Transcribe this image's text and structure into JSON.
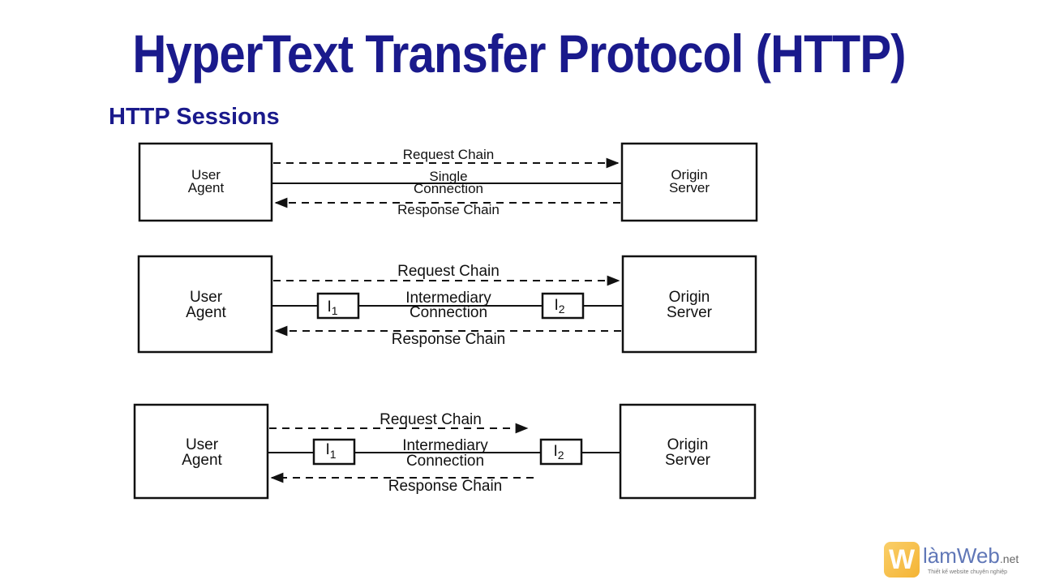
{
  "title": "HyperText Transfer Protocol (HTTP)",
  "subtitle": "HTTP Sessions",
  "diagrams": [
    {
      "left_box": [
        "User",
        "Agent"
      ],
      "right_box": [
        "Origin",
        "Server"
      ],
      "request": "Request Chain",
      "middle": [
        "Single",
        "Connection"
      ],
      "response": "Response Chain"
    },
    {
      "left_box": [
        "User",
        "Agent"
      ],
      "right_box": [
        "Origin",
        "Server"
      ],
      "request": "Request Chain",
      "middle": [
        "Intermediary",
        "Connection"
      ],
      "response": "Response Chain",
      "i1": "I",
      "i1_sub": "1",
      "i2": "I",
      "i2_sub": "2"
    },
    {
      "left_box": [
        "User",
        "Agent"
      ],
      "right_box": [
        "Origin",
        "Server"
      ],
      "request": "Request Chain",
      "middle": [
        "Intermediary",
        "Connection"
      ],
      "response": "Response Chain",
      "i1": "I",
      "i1_sub": "1",
      "i2": "I",
      "i2_sub": "2"
    }
  ],
  "logo": {
    "mark": "W",
    "name": "làmWeb",
    "tld": ".net",
    "tagline": "Thiết kế website chuyên nghiệp"
  },
  "colors": {
    "title": "#1a1a8c",
    "line": "#111111"
  }
}
